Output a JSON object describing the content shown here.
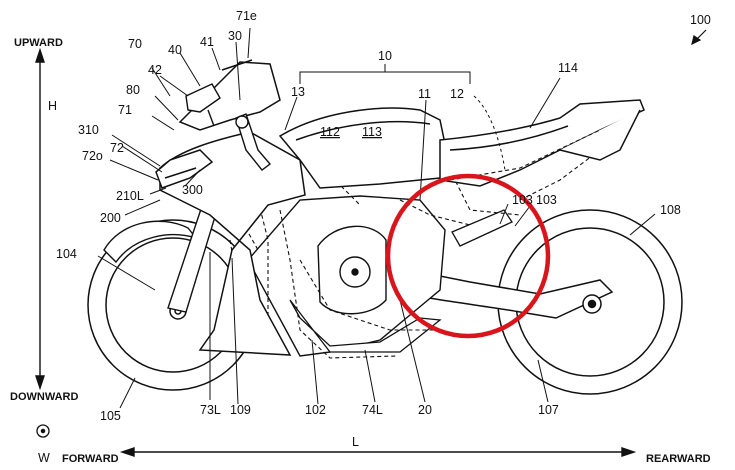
{
  "figure_number": "100",
  "directions": {
    "upward": "UPWARD",
    "downward": "DOWNWARD",
    "forward": "FORWARD",
    "rearward": "REARWARD",
    "h_axis": "H",
    "l_axis": "L",
    "w_axis": "W"
  },
  "labels": {
    "l10": "10",
    "l11": "11",
    "l12": "12",
    "l13": "13",
    "l20": "20",
    "l30": "30",
    "l40": "40",
    "l41": "41",
    "l42": "42",
    "l70": "70",
    "l71": "71",
    "l71e": "71e",
    "l72": "72",
    "l72o": "72o",
    "l73L": "73L",
    "l74L": "74L",
    "l80": "80",
    "l102": "102",
    "l103a": "103",
    "l103b": "103",
    "l104": "104",
    "l105": "105",
    "l107": "107",
    "l108": "108",
    "l109": "109",
    "l112": "112",
    "l113": "113",
    "l114": "114",
    "l200": "200",
    "l210L": "210L",
    "l300a": "300",
    "l310": "310"
  },
  "colors": {
    "line": "#111111",
    "highlight_circle": "#d9141b"
  }
}
